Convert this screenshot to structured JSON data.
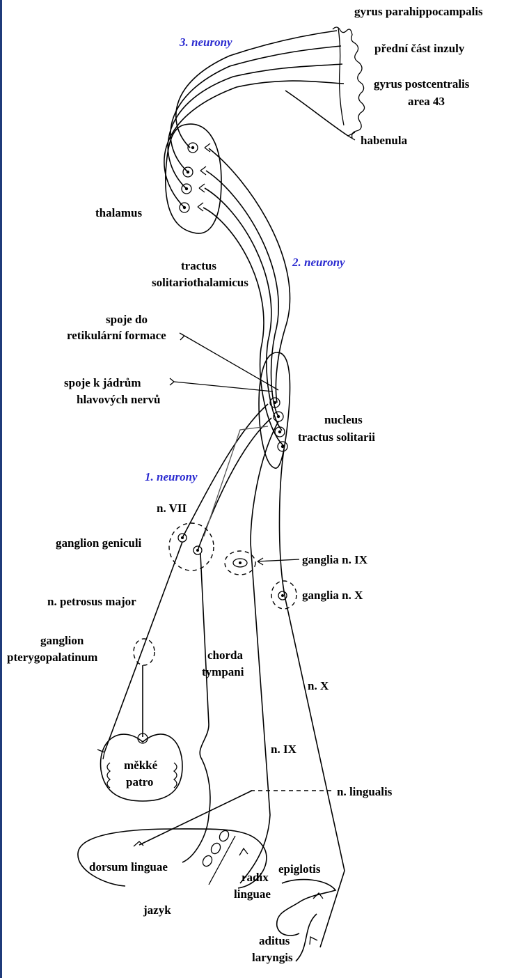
{
  "labels": {
    "gyrus_parahippocampalis": "gyrus parahippocampalis",
    "predni_cast_inzuly": "přední část inzuly",
    "gyrus_postcentralis": "gyrus postcentralis",
    "area_43": "area 43",
    "habenula": "habenula",
    "thalamus": "thalamus",
    "tractus": "tractus",
    "solitariothalamicus": "solitariothalamicus",
    "spoje_do": "spoje do",
    "retikularni_formace": "retikulární formace",
    "spoje_k_jadrum": "spoje k jádrům",
    "hlavovych_nervu": "hlavových nervů",
    "nucleus": "nucleus",
    "tractus_solitarii": "tractus solitarii",
    "n_vii": "n. VII",
    "ganglion_geniculi": "ganglion geniculi",
    "ganglia_n_ix": "ganglia n. IX",
    "ganglia_n_x": "ganglia n. X",
    "n_petrosus_major": "n. petrosus major",
    "ganglion": "ganglion",
    "pterygopalatinum": "pterygopalatinum",
    "chorda": "chorda",
    "tympani": "tympani",
    "n_x": "n. X",
    "mekke": "měkké",
    "patro": "patro",
    "n_ix": "n. IX",
    "n_lingualis": "n. lingualis",
    "dorsum_linguae": "dorsum linguae",
    "radix": "radix",
    "linguae": "linguae",
    "epiglotis": "epiglotis",
    "jazyk": "jazyk",
    "aditus": "aditus",
    "laryngis": "laryngis"
  },
  "neuron_labels": {
    "third": "3. neurony",
    "second": "2. neurony",
    "first": "1. neurony"
  },
  "colors": {
    "neuron_label": "#2a2ad0",
    "line": "#000000",
    "frame": "#1f3b7a"
  }
}
